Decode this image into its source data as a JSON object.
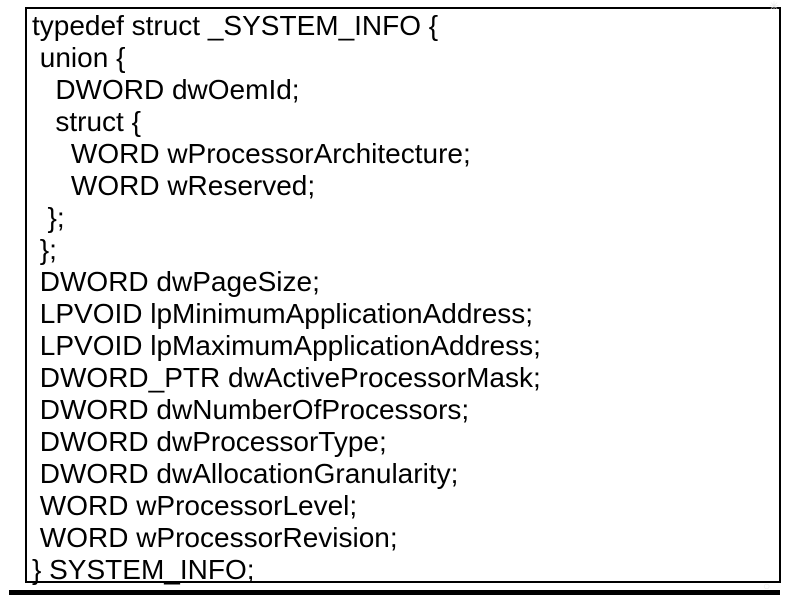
{
  "slide": {
    "colors": {
      "background": "#ffffff",
      "text": "#000000",
      "box_border": "#000000",
      "bottom_bar": "#000000",
      "artifact_marks": "#e9e9e9"
    },
    "code_lines": [
      "typedef struct _SYSTEM_INFO {",
      " union {",
      "   DWORD dwOemId;",
      "   struct {",
      "     WORD wProcessorArchitecture;",
      "     WORD wReserved;",
      "  };",
      " };",
      " DWORD dwPageSize;",
      " LPVOID lpMinimumApplicationAddress;",
      " LPVOID lpMaximumApplicationAddress;",
      " DWORD_PTR dwActiveProcessorMask;",
      " DWORD dwNumberOfProcessors;",
      " DWORD dwProcessorType;",
      " DWORD dwAllocationGranularity;",
      " WORD wProcessorLevel;",
      " WORD wProcessorRevision;",
      "} SYSTEM_INFO;"
    ],
    "artifacts": {
      "top_right": "✳",
      "bottom_right": "○"
    }
  }
}
